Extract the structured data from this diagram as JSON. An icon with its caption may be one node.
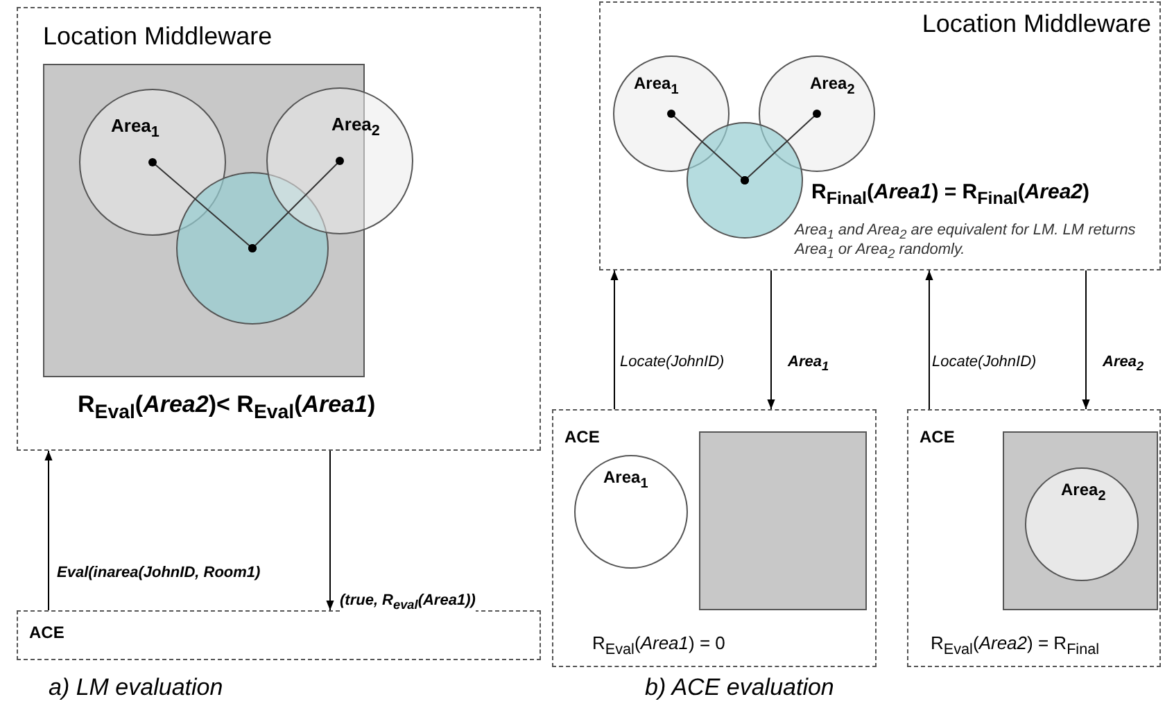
{
  "diagram": {
    "nodes": [
      {
        "text": [
          "Location Middleware",
          "R$_{Eval}$(*Area2*)< R$_{Eval}$(*Area1*)"
        ]
      },
      {
        "text": [],
        "shape": "box",
        "in": 0
      },
      {
        "text": [
          "Area$_{1}$"
        ],
        "in": 1
      },
      {
        "text": [
          "Area$_{2}$"
        ],
        "in": 0
      },
      {
        "text": [],
        "shape": "circle",
        "in": 1
      },
      {
        "text": [
          "ACE"
        ]
      },
      {
        "text": [
          "Location Middleware",
          "R$_{Final}$(*Area1*) = R$_{Final}$(*Area2*)",
          "Area$_{1}$ and Area$_{2}$ are equivalent for LM. LM returns Area$_{1}$ or Area$_{2}$ randomly."
        ]
      },
      {
        "text": [
          "Area$_{1}$"
        ],
        "in": 6
      },
      {
        "text": [
          "Area$_{2}$"
        ],
        "in": 6
      },
      {
        "text": [],
        "shape": "circle",
        "in": 6
      },
      {
        "text": [
          "ACE",
          "R$_{Eval}$(*Area1*) = 0"
        ]
      },
      {
        "text": [
          "Area$_{1}$"
        ],
        "in": 10
      },
      {
        "text": [],
        "shape": "box",
        "in": 10
      },
      {
        "text": [
          "ACE",
          "R$_{Eval}$(*Area2*) = R$_{Final}$"
        ]
      },
      {
        "text": [],
        "shape": "box",
        "in": 13
      },
      {
        "text": [
          "Area$_{2}$"
        ],
        "in": 14
      }
    ],
    "edges": [
      {
        "from": 5,
        "to": 0,
        "arrow": "to",
        "label": "Eval(inarea(JohnID, Room1)"
      },
      {
        "from": 0,
        "to": 5,
        "arrow": "to",
        "label": "(true, R$_{eval}$(Area1))"
      },
      {
        "from": 10,
        "to": 6,
        "arrow": "to",
        "label": "Locate(JohnID)"
      },
      {
        "from": 6,
        "to": 10,
        "arrow": "to",
        "label": "Area$_{1}$"
      },
      {
        "from": 13,
        "to": 6,
        "arrow": "to",
        "label": "Locate(JohnID)"
      },
      {
        "from": 6,
        "to": 13,
        "arrow": "to",
        "label": "Area$_{2}$"
      },
      {
        "from": 2,
        "to": 4,
        "arrow": "other"
      },
      {
        "from": 3,
        "to": 4,
        "arrow": "other"
      },
      {
        "from": 7,
        "to": 9,
        "arrow": "other"
      },
      {
        "from": 8,
        "to": 9,
        "arrow": "other"
      }
    ],
    "labels": [
      "a) LM evaluation",
      "b) ACE evaluation"
    ]
  }
}
